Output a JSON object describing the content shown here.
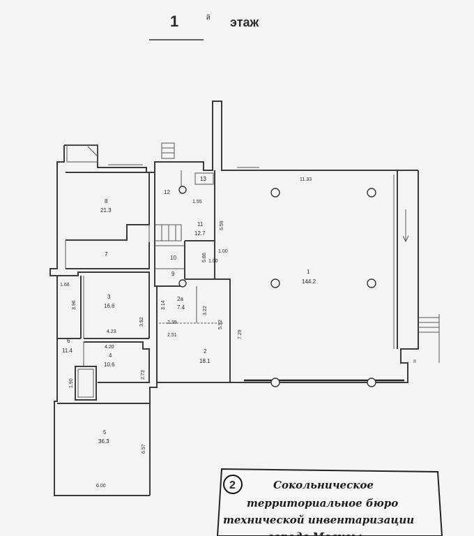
{
  "title": {
    "number": "1",
    "superscript": "й",
    "word": "этаж"
  },
  "rooms": [
    {
      "id": "room-1",
      "number": "1",
      "area": "144.2"
    },
    {
      "id": "room-2",
      "number": "2",
      "area": "18.1"
    },
    {
      "id": "room-2a",
      "number": "2а",
      "area": "7.4"
    },
    {
      "id": "room-3",
      "number": "3",
      "area": "16.6"
    },
    {
      "id": "room-4",
      "number": "4",
      "area": "10.6"
    },
    {
      "id": "room-5",
      "number": "5",
      "area": "36.3"
    },
    {
      "id": "room-6",
      "number": "6",
      "area": "11.4"
    },
    {
      "id": "room-7",
      "number": "7",
      "area": ""
    },
    {
      "id": "room-8",
      "number": "8",
      "area": "21.3"
    },
    {
      "id": "room-9",
      "number": "9",
      "area": ""
    },
    {
      "id": "room-10",
      "number": "10",
      "area": ""
    },
    {
      "id": "room-11",
      "number": "11",
      "area": "12.7"
    },
    {
      "id": "room-12",
      "number": "12",
      "area": ""
    },
    {
      "id": "room-13",
      "number": "13",
      "area": ""
    }
  ],
  "dimensions": [
    "11.33",
    "1.55",
    "5.59",
    "1.00",
    "1.00",
    "5.86",
    "1.66",
    "3.96",
    "3.92",
    "4.23",
    "3.14",
    "2.39",
    "2.51",
    "3.22",
    "5.92",
    "7.29",
    "4.20",
    "2.73",
    "1.90",
    "6.57",
    "6.00"
  ],
  "section_mark": "II",
  "stamp": {
    "number": "2",
    "lines": [
      "Сокольническое",
      "территориальное бюро",
      "технической инвентаризации",
      "города Москвы"
    ]
  }
}
